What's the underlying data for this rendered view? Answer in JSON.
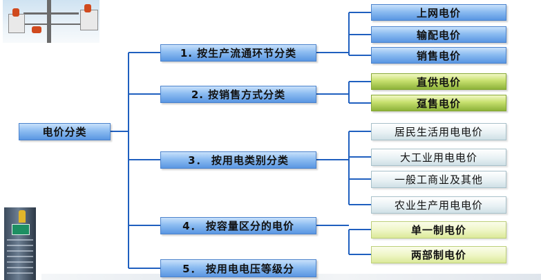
{
  "root": {
    "label": "电价分类"
  },
  "categories": [
    {
      "label": "1. 按生产流通环节分类",
      "children": [
        "上网电价",
        "输配电价",
        "销售电价"
      ]
    },
    {
      "label": "2. 按销售方式分类",
      "children": [
        "直供电价",
        "趸售电价"
      ]
    },
    {
      "label": "3． 按用电类别分类",
      "children": [
        "居民生活用电电价",
        "大工业用电电价",
        "一般工商业及其他",
        "农业生产用电电价"
      ]
    },
    {
      "label": "4． 按容量区分的电价",
      "children": [
        "单一制电价",
        "两部制电价"
      ]
    },
    {
      "label": "5． 按用电电压等级分",
      "children": []
    }
  ],
  "colors": {
    "connector": "#1f5fbf",
    "blue_box": "#8cbcf1",
    "green_box": "#c7e06e",
    "light_blue_box": "#e8f1f4",
    "light_green_box": "#eef5c4"
  },
  "decorations": {
    "top_left": "power-line-workers-photo",
    "bottom_left": "office-building-photo"
  }
}
